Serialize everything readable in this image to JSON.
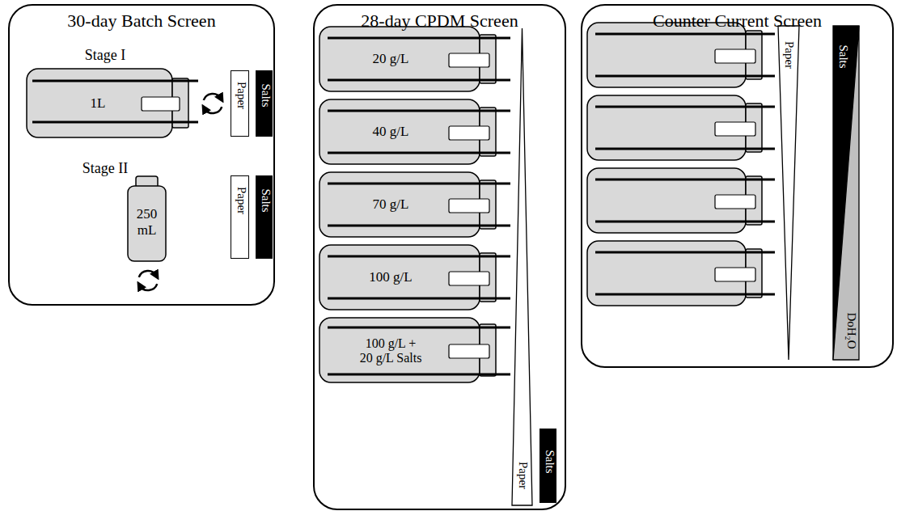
{
  "diagram": {
    "nodes": [
      {
        "text": [
          "30-day Batch Screen"
        ]
      },
      {
        "text": [
          "Stage I",
          "1L"
        ],
        "in": 0
      },
      {
        "text": [
          "Paper"
        ],
        "in": 0
      },
      {
        "text": [
          "Salts"
        ],
        "in": 0
      },
      {
        "text": [
          "Stage II",
          "250 mL"
        ],
        "in": 0
      },
      {
        "text": [
          "Paper"
        ],
        "in": 0
      },
      {
        "text": [
          "Salts"
        ],
        "in": 0
      },
      {
        "text": [
          "28-day CPDM Screen"
        ]
      },
      {
        "text": [
          "20 g/L"
        ],
        "in": 7
      },
      {
        "text": [
          "40 g/L"
        ],
        "in": 7
      },
      {
        "text": [
          "70 g/L"
        ],
        "in": 7
      },
      {
        "text": [
          "100 g/L"
        ],
        "in": 7
      },
      {
        "text": [
          "100 g/L + 20 g/L Salts"
        ],
        "in": 7
      },
      {
        "text": [
          "Paper"
        ],
        "in": 7
      },
      {
        "text": [
          "Salts"
        ],
        "in": 7
      },
      {
        "text": [
          "Counter Current Screen"
        ]
      },
      {
        "text": [
          "Paper"
        ],
        "in": 15
      },
      {
        "text": [
          "Salts"
        ],
        "in": 15
      },
      {
        "text": [
          "DoH₂O"
        ],
        "in": 15
      }
    ]
  }
}
